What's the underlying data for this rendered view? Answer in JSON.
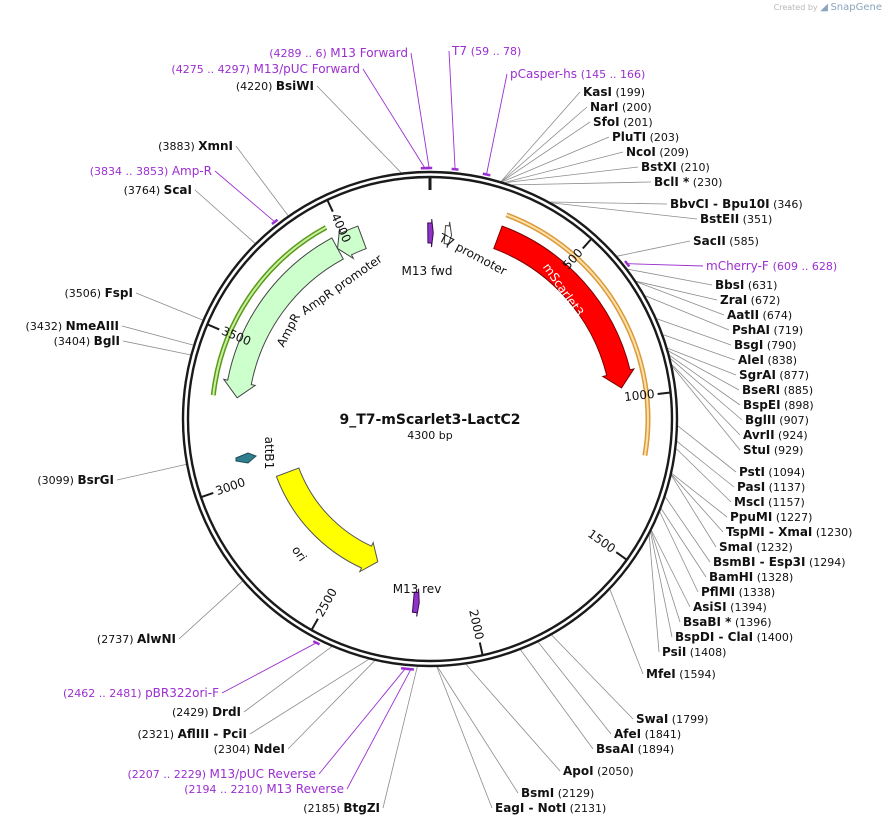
{
  "header": {
    "credit_prefix": "Created by",
    "credit_brand": "SnapGene"
  },
  "plasmid": {
    "name": "9_T7-mScarlet3-LactC2",
    "size_text": "4300 bp",
    "length": 4300
  },
  "colors": {
    "backbone": "#1a1a1a",
    "site_line": "#8c8c8c",
    "primer": "#9b2fd1",
    "mscarlet": "#ff0000",
    "mscarlet_range": "#d99a3c",
    "ampr": "#ccffcc",
    "ampr_range": "#5a9a1a",
    "ori": "#ffff00",
    "attb1": "#2f7f8f",
    "promoter": "#ffffff",
    "m13": "#8e34c6"
  },
  "ticks": [
    "500",
    "1000",
    "1500",
    "2000",
    "2500",
    "3000",
    "3500",
    "4000"
  ],
  "features": [
    {
      "label": "mScarlet3",
      "kind": "cds"
    },
    {
      "label": "AmpR",
      "kind": "cds"
    },
    {
      "label": "ori",
      "kind": "rep_origin"
    },
    {
      "label": "AmpR promoter",
      "kind": "promoter"
    },
    {
      "label": "T7 promoter",
      "kind": "promoter"
    },
    {
      "label": "M13 fwd",
      "kind": "primer_bind"
    },
    {
      "label": "M13 rev",
      "kind": "primer_bind"
    },
    {
      "label": "attB1",
      "kind": "protein_bind"
    }
  ],
  "sites": [
    {
      "name": "KasI",
      "pos": "(199)",
      "side": "right"
    },
    {
      "name": "NarI",
      "pos": "(200)",
      "side": "right"
    },
    {
      "name": "SfoI",
      "pos": "(201)",
      "side": "right"
    },
    {
      "name": "PluTI",
      "pos": "(203)",
      "side": "right"
    },
    {
      "name": "NcoI",
      "pos": "(209)",
      "side": "right"
    },
    {
      "name": "BstXI",
      "pos": "(210)",
      "side": "right"
    },
    {
      "name": "BclI *",
      "pos": "(230)",
      "side": "right"
    },
    {
      "name": "BbvCI  -  Bpu10I",
      "pos": "(346)",
      "side": "right"
    },
    {
      "name": "BstEII",
      "pos": "(351)",
      "side": "right"
    },
    {
      "name": "SacII",
      "pos": "(585)",
      "side": "right"
    },
    {
      "name": "BbsI",
      "pos": "(631)",
      "side": "right"
    },
    {
      "name": "ZraI",
      "pos": "(672)",
      "side": "right"
    },
    {
      "name": "AatII",
      "pos": "(674)",
      "side": "right"
    },
    {
      "name": "PshAI",
      "pos": "(719)",
      "side": "right"
    },
    {
      "name": "BsgI",
      "pos": "(790)",
      "side": "right"
    },
    {
      "name": "AleI",
      "pos": "(838)",
      "side": "right"
    },
    {
      "name": "SgrAI",
      "pos": "(877)",
      "side": "right"
    },
    {
      "name": "BseRI",
      "pos": "(885)",
      "side": "right"
    },
    {
      "name": "BspEI",
      "pos": "(898)",
      "side": "right"
    },
    {
      "name": "BglII",
      "pos": "(907)",
      "side": "right"
    },
    {
      "name": "AvrII",
      "pos": "(924)",
      "side": "right"
    },
    {
      "name": "StuI",
      "pos": "(929)",
      "side": "right"
    },
    {
      "name": "PstI",
      "pos": "(1094)",
      "side": "right"
    },
    {
      "name": "PasI",
      "pos": "(1137)",
      "side": "right"
    },
    {
      "name": "MscI",
      "pos": "(1157)",
      "side": "right"
    },
    {
      "name": "PpuMI",
      "pos": "(1227)",
      "side": "right"
    },
    {
      "name": "TspMI  -  XmaI",
      "pos": "(1230)",
      "side": "right"
    },
    {
      "name": "SmaI",
      "pos": "(1232)",
      "side": "right"
    },
    {
      "name": "BsmBI  -  Esp3I",
      "pos": "(1294)",
      "side": "right"
    },
    {
      "name": "BamHI",
      "pos": "(1328)",
      "side": "right"
    },
    {
      "name": "PflMI",
      "pos": "(1338)",
      "side": "right"
    },
    {
      "name": "AsiSI",
      "pos": "(1394)",
      "side": "right"
    },
    {
      "name": "BsaBI *",
      "pos": "(1396)",
      "side": "right"
    },
    {
      "name": "BspDI  -  ClaI",
      "pos": "(1400)",
      "side": "right"
    },
    {
      "name": "PsiI",
      "pos": "(1408)",
      "side": "right"
    },
    {
      "name": "MfeI",
      "pos": "(1594)",
      "side": "right"
    },
    {
      "name": "SwaI",
      "pos": "(1799)",
      "side": "right"
    },
    {
      "name": "AfeI",
      "pos": "(1841)",
      "side": "right"
    },
    {
      "name": "BsaAI",
      "pos": "(1894)",
      "side": "right"
    },
    {
      "name": "ApoI",
      "pos": "(2050)",
      "side": "right"
    },
    {
      "name": "BsmI",
      "pos": "(2129)",
      "side": "right"
    },
    {
      "name": "EagI  -  NotI",
      "pos": "(2131)",
      "side": "right"
    },
    {
      "name": "BtgZI",
      "pos": "(2185)",
      "side": "left"
    },
    {
      "name": "NdeI",
      "pos": "(2304)",
      "side": "left"
    },
    {
      "name": "AflIII  -  PciI",
      "pos": "(2321)",
      "side": "left"
    },
    {
      "name": "DrdI",
      "pos": "(2429)",
      "side": "left"
    },
    {
      "name": "AlwNI",
      "pos": "(2737)",
      "side": "left"
    },
    {
      "name": "BsrGI",
      "pos": "(3099)",
      "side": "left"
    },
    {
      "name": "BglI",
      "pos": "(3404)",
      "side": "left"
    },
    {
      "name": "NmeAIII",
      "pos": "(3432)",
      "side": "left"
    },
    {
      "name": "FspI",
      "pos": "(3506)",
      "side": "left"
    },
    {
      "name": "ScaI",
      "pos": "(3764)",
      "side": "left"
    },
    {
      "name": "XmnI",
      "pos": "(3883)",
      "side": "left"
    },
    {
      "name": "BsiWI",
      "pos": "(4220)",
      "side": "left"
    }
  ],
  "primers": [
    {
      "pos": "(4289 .. 6)",
      "name": "M13 Forward"
    },
    {
      "pos": "(4275 .. 4297)",
      "name": "M13/pUC Forward"
    },
    {
      "name": "T7",
      "pos": "(59 .. 78)"
    },
    {
      "name": "pCasper-hs",
      "pos": "(145 .. 166)"
    },
    {
      "name": "mCherry-F",
      "pos": "(609 .. 628)"
    },
    {
      "pos": "(3834 .. 3853)",
      "name": "Amp-R"
    },
    {
      "pos": "(2462 .. 2481)",
      "name": "pBR322ori-F"
    },
    {
      "pos": "(2207 .. 2229)",
      "name": "M13/pUC Reverse"
    },
    {
      "pos": "(2194 .. 2210)",
      "name": "M13 Reverse"
    }
  ]
}
